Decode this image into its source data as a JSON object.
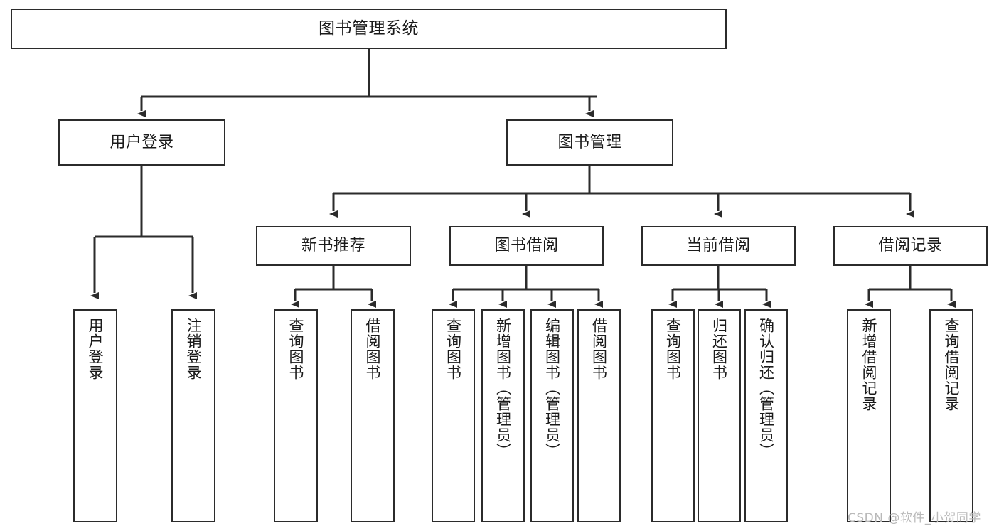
{
  "diagram": {
    "title": "图书管理系统",
    "type": "tree-hierarchy",
    "watermark": "CSDN @软件_小贺同学",
    "colors": {
      "background": "#ffffff",
      "node_border": "#2b2b2b",
      "node_fill": "#ffffff",
      "edge": "#2b2b2b",
      "text": "#1a1a1a",
      "watermark": "#b9b9b9"
    },
    "nodes": {
      "root": {
        "label": "图书管理系统"
      },
      "level2": [
        {
          "id": "user-login",
          "label": "用户登录"
        },
        {
          "id": "book-manage",
          "label": "图书管理"
        }
      ],
      "level3": [
        {
          "id": "new-book-recommend",
          "label": "新书推荐"
        },
        {
          "id": "book-borrow",
          "label": "图书借阅"
        },
        {
          "id": "current-borrow",
          "label": "当前借阅"
        },
        {
          "id": "borrow-record",
          "label": "借阅记录"
        }
      ],
      "leaves": {
        "user_login": [
          {
            "id": "leaf-user-login",
            "label": "用户登录"
          },
          {
            "id": "leaf-logout",
            "label": "注销登录"
          }
        ],
        "new_book_recommend": [
          {
            "id": "leaf-query-book-1",
            "label": "查询图书"
          },
          {
            "id": "leaf-borrow-book-1",
            "label": "借阅图书"
          }
        ],
        "book_borrow": [
          {
            "id": "leaf-query-book-2",
            "label": "查询图书"
          },
          {
            "id": "leaf-add-book",
            "label": "新增图书（管理员）"
          },
          {
            "id": "leaf-edit-book",
            "label": "编辑图书（管理员）"
          },
          {
            "id": "leaf-borrow-book-2",
            "label": "借阅图书"
          }
        ],
        "current_borrow": [
          {
            "id": "leaf-query-book-3",
            "label": "查询图书"
          },
          {
            "id": "leaf-return-book",
            "label": "归还图书"
          },
          {
            "id": "leaf-confirm-return",
            "label": "确认归还（管理员）"
          }
        ],
        "borrow_record": [
          {
            "id": "leaf-add-record",
            "label": "新增借阅记录"
          },
          {
            "id": "leaf-query-record",
            "label": "查询借阅记录"
          }
        ]
      }
    }
  }
}
